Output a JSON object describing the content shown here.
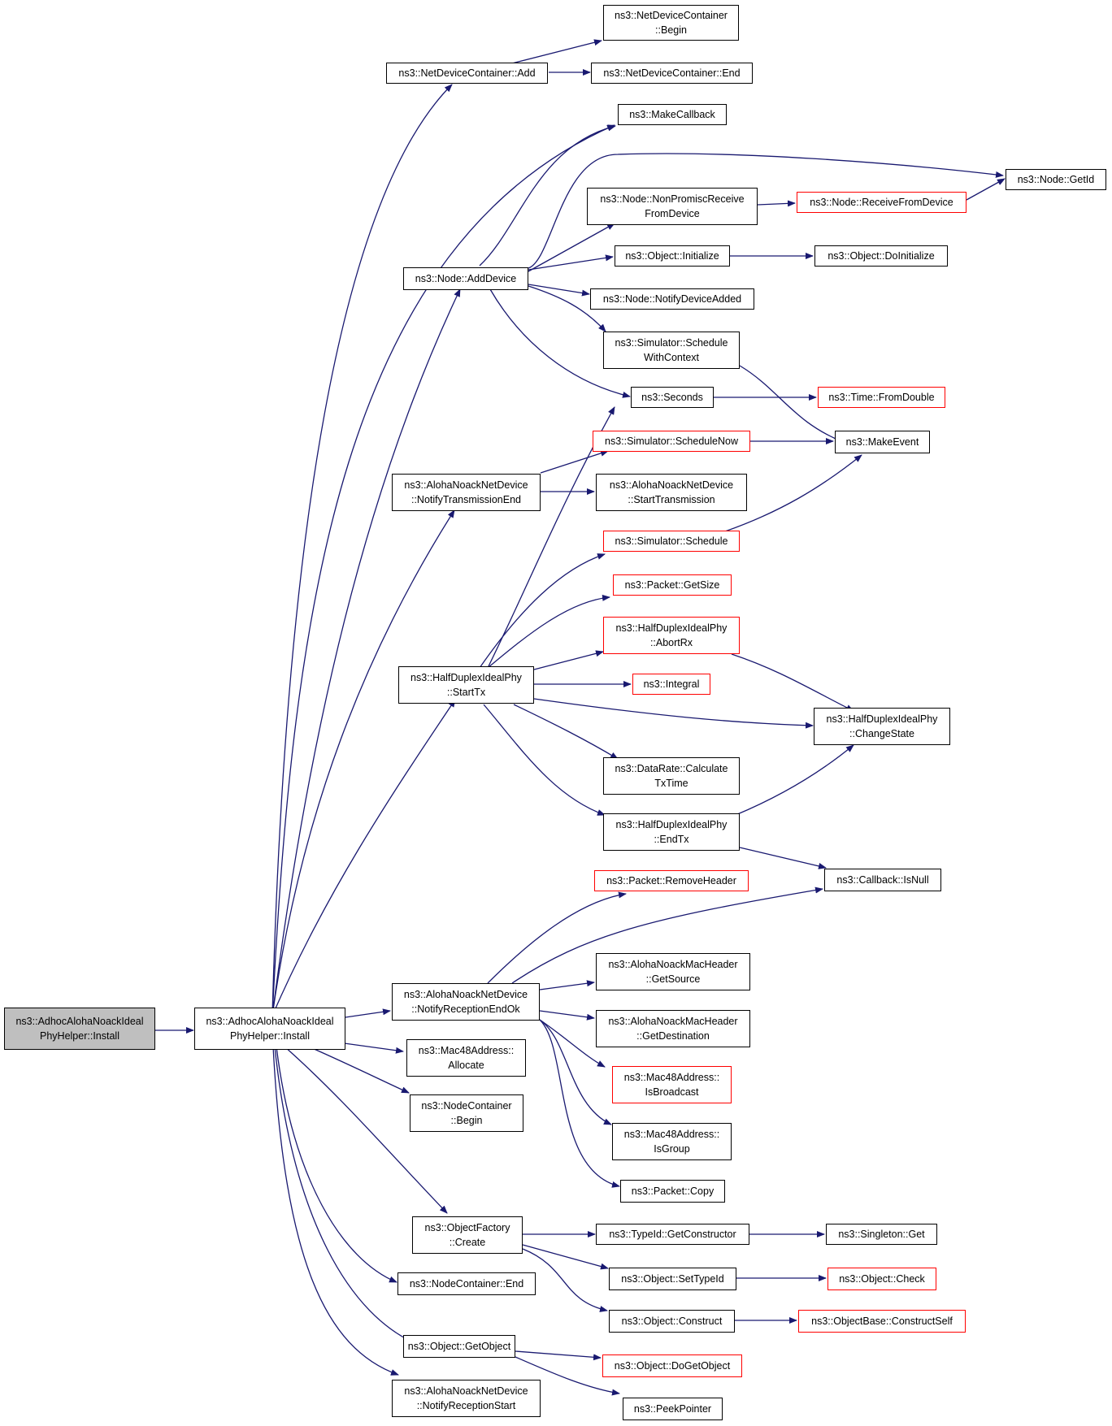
{
  "colors": {
    "edge": "#191970",
    "border": "#000000",
    "border_incomplete": "#ff0000",
    "root_fill": "#bfbfbf"
  },
  "nodes": {
    "root": "ns3::AdhocAlohaNoackIdeal\nPhyHelper::Install",
    "install": "ns3::AdhocAlohaNoackIdeal\nPhyHelper::Install",
    "ndc_add": "ns3::NetDeviceContainer::Add",
    "ndc_begin": "ns3::NetDeviceContainer\n::Begin",
    "ndc_end": "ns3::NetDeviceContainer::End",
    "makecallback": "ns3::MakeCallback",
    "node_getid": "ns3::Node::GetId",
    "nonpromisc": "ns3::Node::NonPromiscReceive\nFromDevice",
    "receivefromdevice": "ns3::Node::ReceiveFromDevice",
    "obj_initialize": "ns3::Object::Initialize",
    "obj_doinitialize": "ns3::Object::DoInitialize",
    "node_adddevice": "ns3::Node::AddDevice",
    "notifydeviceadded": "ns3::Node::NotifyDeviceAdded",
    "sim_schedulewithcontext": "ns3::Simulator::Schedule\nWithContext",
    "seconds": "ns3::Seconds",
    "time_fromdouble": "ns3::Time::FromDouble",
    "sim_schedulenow": "ns3::Simulator::ScheduleNow",
    "makeevent": "ns3::MakeEvent",
    "anl_notifytxend": "ns3::AlohaNoackNetDevice\n::NotifyTransmissionEnd",
    "anl_starttx": "ns3::AlohaNoackNetDevice\n::StartTransmission",
    "sim_schedule": "ns3::Simulator::Schedule",
    "packet_getsize": "ns3::Packet::GetSize",
    "hdip_abortrx": "ns3::HalfDuplexIdealPhy\n::AbortRx",
    "hdip_starttx": "ns3::HalfDuplexIdealPhy\n::StartTx",
    "integral": "ns3::Integral",
    "hdip_changestate": "ns3::HalfDuplexIdealPhy\n::ChangeState",
    "datarate_calc": "ns3::DataRate::Calculate\nTxTime",
    "hdip_endtx": "ns3::HalfDuplexIdealPhy\n::EndTx",
    "callback_isnull": "ns3::Callback::IsNull",
    "packet_removeheader": "ns3::Packet::RemoveHeader",
    "anmh_getsource": "ns3::AlohaNoackMacHeader\n::GetSource",
    "anl_notifyrxendok": "ns3::AlohaNoackNetDevice\n::NotifyReceptionEndOk",
    "anmh_getdest": "ns3::AlohaNoackMacHeader\n::GetDestination",
    "mac48_allocate": "ns3::Mac48Address::\nAllocate",
    "mac48_isbroadcast": "ns3::Mac48Address::\nIsBroadcast",
    "nc_begin": "ns3::NodeContainer\n::Begin",
    "mac48_isgroup": "ns3::Mac48Address::\nIsGroup",
    "packet_copy": "ns3::Packet::Copy",
    "of_create": "ns3::ObjectFactory\n::Create",
    "typeid_getctor": "ns3::TypeId::GetConstructor",
    "singleton_get": "ns3::Singleton::Get",
    "nc_end": "ns3::NodeContainer::End",
    "obj_settypeid": "ns3::Object::SetTypeId",
    "obj_check": "ns3::Object::Check",
    "obj_construct": "ns3::Object::Construct",
    "objbase_constructself": "ns3::ObjectBase::ConstructSelf",
    "obj_getobject": "ns3::Object::GetObject",
    "obj_dogetobject": "ns3::Object::DoGetObject",
    "anl_notifyrxstart": "ns3::AlohaNoackNetDevice\n::NotifyReceptionStart",
    "peekpointer": "ns3::PeekPointer"
  }
}
